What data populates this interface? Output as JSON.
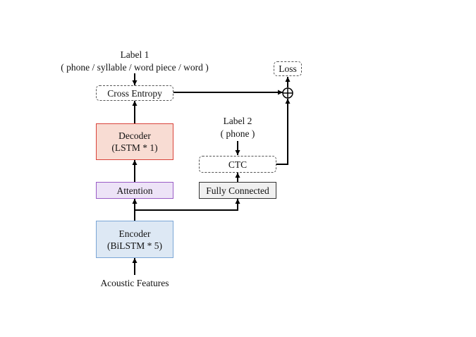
{
  "label1": {
    "title": "Label 1",
    "subtitle": "( phone / syllable / word piece / word )"
  },
  "label2": {
    "title": "Label 2",
    "subtitle": "( phone )"
  },
  "cross_entropy": "Cross Entropy",
  "loss": "Loss",
  "decoder": {
    "line1": "Decoder",
    "line2": "(LSTM * 1)"
  },
  "ctc": "CTC",
  "attention": "Attention",
  "fully_connected": "Fully Connected",
  "encoder": {
    "line1": "Encoder",
    "line2": "(BiLSTM * 5)"
  },
  "input": "Acoustic Features",
  "colors": {
    "decoder_fill": "#f8dcd3",
    "decoder_border": "#d9433a",
    "attention_fill": "#ede3f7",
    "attention_border": "#9a5cc6",
    "encoder_fill": "#dde8f4",
    "encoder_border": "#7aa6d6",
    "fully_connected_fill": "#f0f0f0",
    "fully_connected_border": "#333333"
  }
}
